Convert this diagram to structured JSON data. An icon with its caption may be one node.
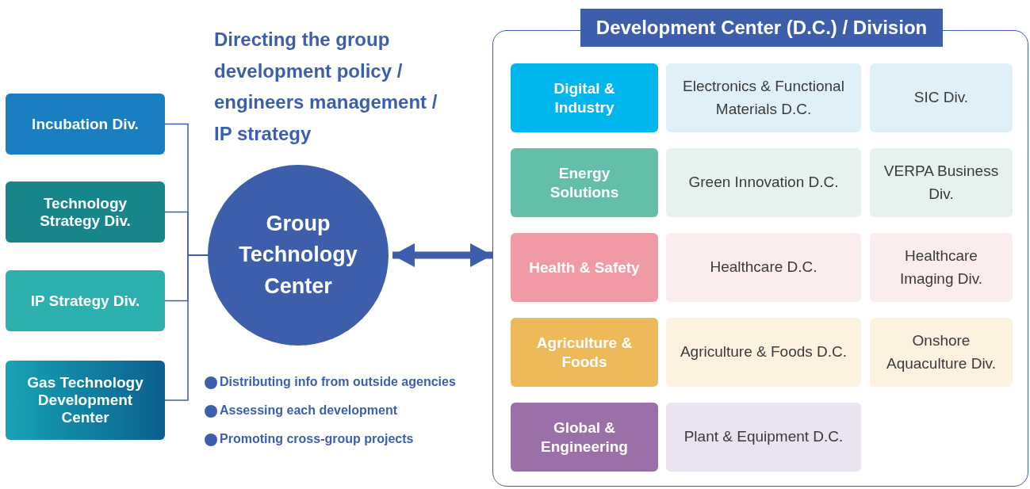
{
  "diagram": {
    "nodes": [
      {
        "text": [
          "Incubation Div."
        ]
      },
      {
        "text": [
          "Technology Strategy Div."
        ]
      },
      {
        "text": [
          "IP Strategy Div."
        ]
      },
      {
        "text": [
          "Gas Technology Development Center"
        ]
      },
      {
        "text": [
          "Group Technology Center"
        ]
      },
      {
        "text": [
          "Development Center (D.C.) / Division"
        ]
      },
      {
        "text": [
          "Digital & Industry"
        ],
        "in": 5
      },
      {
        "text": [
          "Electronics & Functional Materials D.C."
        ],
        "in": 5
      },
      {
        "text": [
          "SIC Div."
        ],
        "in": 5
      },
      {
        "text": [
          "Energy Solutions"
        ],
        "in": 5
      },
      {
        "text": [
          "Green Innovation D.C."
        ],
        "in": 5
      },
      {
        "text": [
          "VERPA Business Div."
        ],
        "in": 5
      },
      {
        "text": [
          "Health & Safety"
        ],
        "in": 5
      },
      {
        "text": [
          "Healthcare D.C."
        ],
        "in": 5
      },
      {
        "text": [
          "Healthcare Imaging Div."
        ],
        "in": 5
      },
      {
        "text": [
          "Agriculture & Foods"
        ],
        "in": 5
      },
      {
        "text": [
          "Agriculture & Foods D.C."
        ],
        "in": 5
      },
      {
        "text": [
          "Onshore Aquaculture Div."
        ],
        "in": 5
      },
      {
        "text": [
          "Global & Engineering"
        ],
        "in": 5
      },
      {
        "text": [
          "Plant & Equipment D.C."
        ],
        "in": 5
      }
    ],
    "edges": [
      {
        "from": 0,
        "to": 4,
        "arrow": "none"
      },
      {
        "from": 1,
        "to": 4,
        "arrow": "none"
      },
      {
        "from": 2,
        "to": 4,
        "arrow": "none"
      },
      {
        "from": 3,
        "to": 4,
        "arrow": "none"
      },
      {
        "from": 4,
        "to": 5,
        "arrow": "both",
        "style": "thick"
      }
    ],
    "labels": [
      "Directing the group development policy / engineers management / IP strategy",
      "Distributing info from outside agencies",
      "Assessing each development",
      "Promoting cross-group projects"
    ]
  }
}
